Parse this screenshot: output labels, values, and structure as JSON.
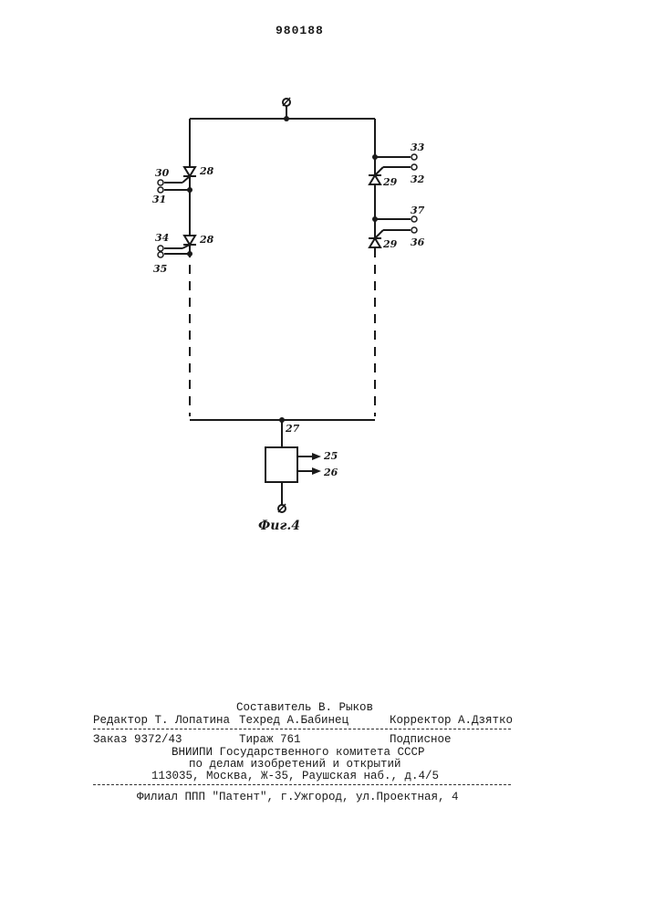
{
  "patent_number": "980188",
  "figure_caption": "Фиг.4",
  "labels": {
    "n30": "30",
    "n31": "31",
    "n28a": "28",
    "n28b": "28",
    "n34": "34",
    "n35": "35",
    "n33": "33",
    "n32": "32",
    "n29a": "29",
    "n29b": "29",
    "n37": "37",
    "n36": "36",
    "n27": "27",
    "n25": "25",
    "n26": "26"
  },
  "imprint": {
    "compiler": "Составитель В. Рыков",
    "editor": "Редактор Т. Лопатина",
    "techred": "Техред А.Бабинец",
    "corrector": "Корректор А.Дзятко",
    "order": "Заказ 9372/43",
    "circulation": "Тираж 761",
    "subscription": "Подписное",
    "org_line1": "ВНИИПИ Государственного комитета СССР",
    "org_line2": "по делам изобретений и открытий",
    "address": "113035, Москва, Ж-35, Раушская наб., д.4/5",
    "branch": "Филиал ППП \"Патент\", г.Ужгород, ул.Проектная, 4"
  }
}
